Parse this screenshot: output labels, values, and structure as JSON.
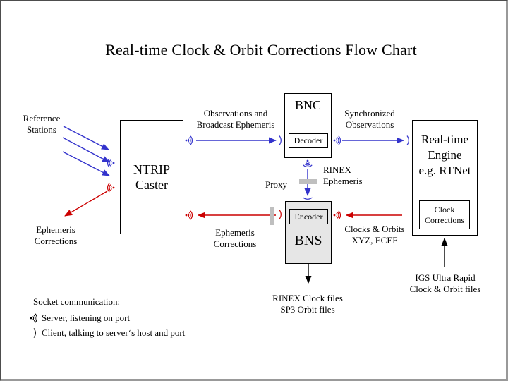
{
  "title": "Real-time Clock & Orbit Corrections Flow Chart",
  "nodes": {
    "ntrip": {
      "line1": "NTRIP",
      "line2": "Caster"
    },
    "bnc": {
      "title": "BNC",
      "sub": "Decoder"
    },
    "bns": {
      "title": "BNS",
      "sub": "Encoder"
    },
    "engine": {
      "line1": "Real-time",
      "line2": "Engine",
      "line3": "e.g. RTNet",
      "sub1": "Clock",
      "sub2": "Corrections"
    }
  },
  "labels": {
    "reference_stations": {
      "line1": "Reference",
      "line2": "Stations"
    },
    "obs_broadcast": {
      "line1": "Observations and",
      "line2": "Broadcast Ephemeris"
    },
    "sync_obs": {
      "line1": "Synchronized",
      "line2": "Observations"
    },
    "proxy": "Proxy",
    "rinex_ephemeris": {
      "line1": "RINEX",
      "line2": "Ephemeris"
    },
    "eph_corr_left": {
      "line1": "Ephemeris",
      "line2": "Corrections"
    },
    "eph_corr_mid": {
      "line1": "Ephemeris",
      "line2": "Corrections"
    },
    "clocks_orbits": {
      "line1": "Clocks & Orbits",
      "line2": "XYZ, ECEF"
    },
    "igs_files": {
      "line1": "IGS Ultra Rapid",
      "line2": "Clock & Orbit files"
    },
    "rinex_files": {
      "line1": "RINEX Clock files",
      "line2": "SP3 Orbit files"
    }
  },
  "legend": {
    "heading": "Socket communication:",
    "server": "Server, listening on port",
    "client": "Client, talking to server‘s host and port"
  },
  "icons": {
    "server": "radio-signal-server-icon",
    "client": "radio-signal-client-icon"
  },
  "colors": {
    "observation_flow_blue": "#3333cc",
    "correction_flow_red": "#cc0000",
    "file_flow_black": "#000000",
    "proxy_bar_gray": "#bfbfbf",
    "bns_fill_gray": "#e6e6e6"
  }
}
